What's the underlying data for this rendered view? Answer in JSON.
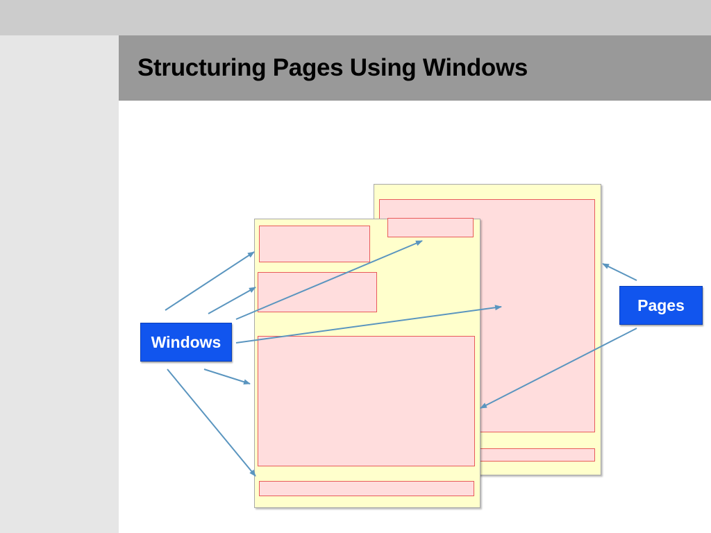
{
  "slide": {
    "title": "Structuring Pages Using Windows"
  },
  "diagram": {
    "labels": {
      "windows": "Windows",
      "pages": "Pages"
    },
    "colors": {
      "page_fill": "#ffffcc",
      "window_fill": "#ffdddd",
      "window_border": "#e85a5a",
      "callout_fill": "#1155ee",
      "arrow": "#5a95bf"
    }
  }
}
